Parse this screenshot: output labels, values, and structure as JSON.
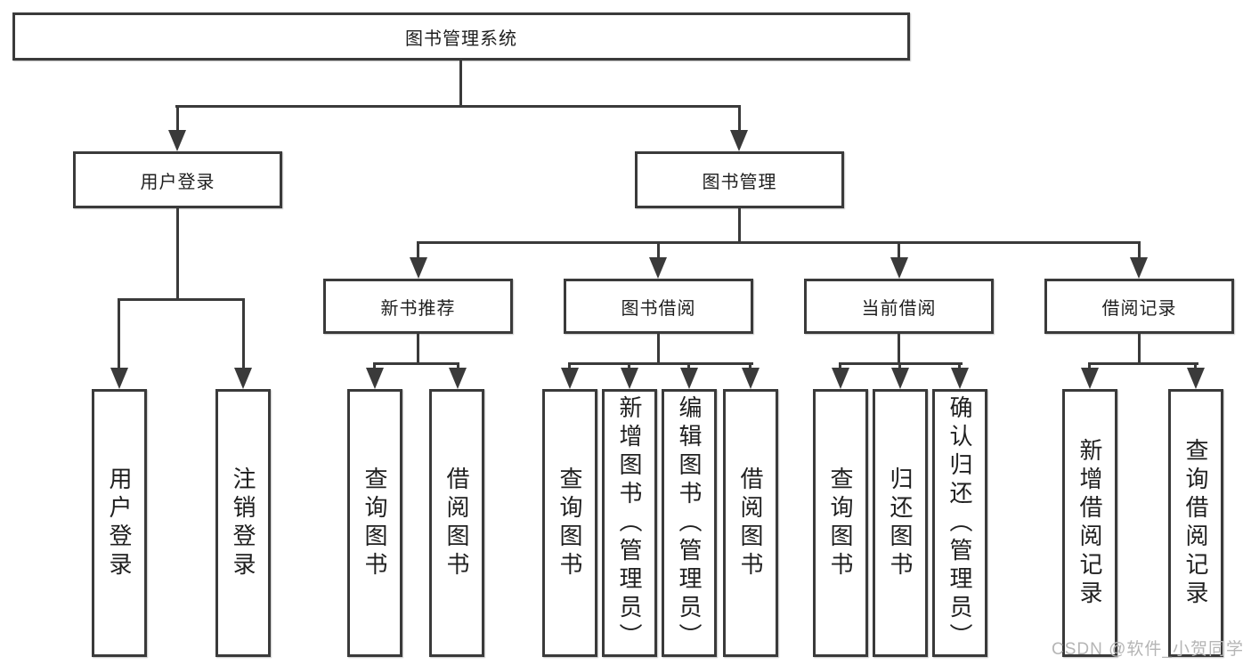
{
  "root": {
    "label": "图书管理系统"
  },
  "branches": {
    "user_login": {
      "label": "用户登录",
      "children": [
        {
          "label": "用户登录"
        },
        {
          "label": "注销登录"
        }
      ]
    },
    "book_mgmt": {
      "label": "图书管理",
      "children": [
        {
          "label": "新书推荐",
          "children": [
            {
              "label": "查询图书"
            },
            {
              "label": "借阅图书"
            }
          ]
        },
        {
          "label": "图书借阅",
          "children": [
            {
              "label": "查询图书"
            },
            {
              "label": "新增图书（管理员）"
            },
            {
              "label": "编辑图书（管理员）"
            },
            {
              "label": "借阅图书"
            }
          ]
        },
        {
          "label": "当前借阅",
          "children": [
            {
              "label": "查询图书"
            },
            {
              "label": "归还图书"
            },
            {
              "label": "确认归还（管理员）"
            }
          ]
        },
        {
          "label": "借阅记录",
          "children": [
            {
              "label": "新增借阅记录"
            },
            {
              "label": "查询借阅记录"
            }
          ]
        }
      ]
    }
  },
  "watermark": {
    "text": "CSDN @软件_小贺同学"
  },
  "colors": {
    "line": "#3a3a3a",
    "text": "#1f1f1f",
    "watermark": "#b5b5b5",
    "background": "#ffffff"
  }
}
